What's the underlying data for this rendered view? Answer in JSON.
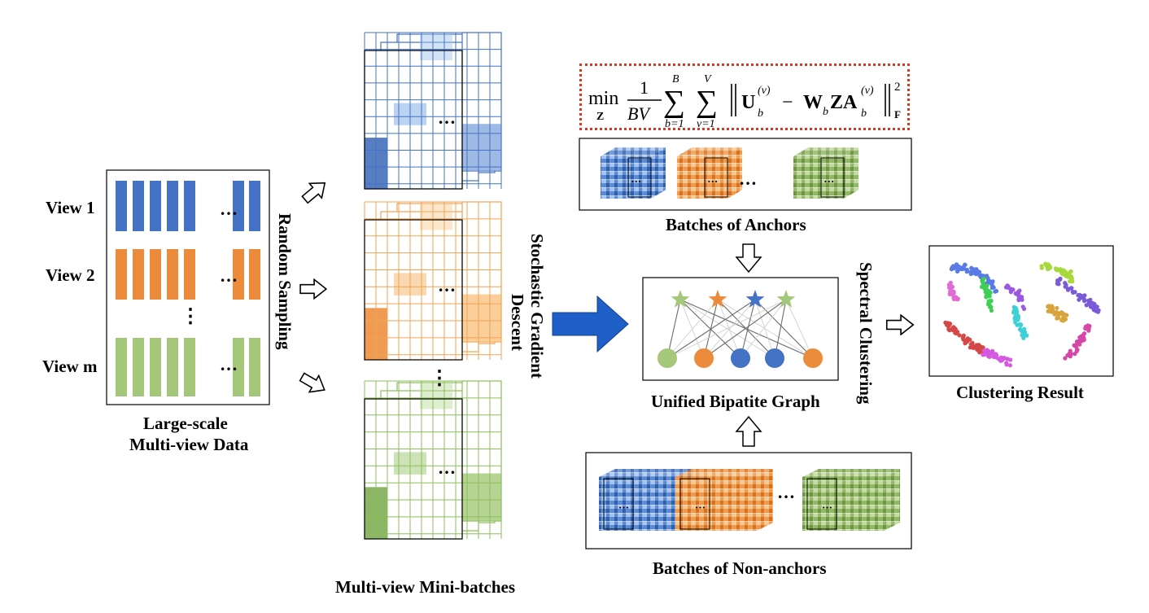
{
  "views": [
    "View 1",
    "View 2",
    "View m"
  ],
  "input_caption_line1": "Large-scale",
  "input_caption_line2": "Multi-view Data",
  "random_sampling_label": "Random Sampling",
  "minibatches_caption": "Multi-view Mini-batches",
  "sgd_label_line1": "Stochastic Gradient",
  "sgd_label_line2": "Descent",
  "anchors_caption": "Batches of Anchors",
  "graph_caption": "Unified Bipatite Graph",
  "nonanchors_caption": "Batches of Non-anchors",
  "spectral_label": "Spectral Clustering",
  "result_caption": "Clustering Result",
  "ellipsis": "…",
  "vdots": "⋮",
  "formula": {
    "min_op": "min",
    "min_sub": "Z",
    "frac_num": "1",
    "frac_den": "BV",
    "sum1_top": "B",
    "sum1_bottom": "b=1",
    "sum2_top": "V",
    "sum2_bottom": "v=1",
    "U": "U",
    "U_sup": "(v)",
    "U_sub": "b",
    "minus": "−",
    "W": "W",
    "W_sub": "b",
    "ZA": "ZA",
    "A_sup": "(v)",
    "A_sub": "b",
    "norm_sub": "F",
    "norm_sup": "2"
  },
  "colors": {
    "blue": "#4472c4",
    "orange": "#ed8b3d",
    "green": "#a5c77a",
    "arrow_blue": "#1f5fc8",
    "formula_border": "#d9381e"
  }
}
